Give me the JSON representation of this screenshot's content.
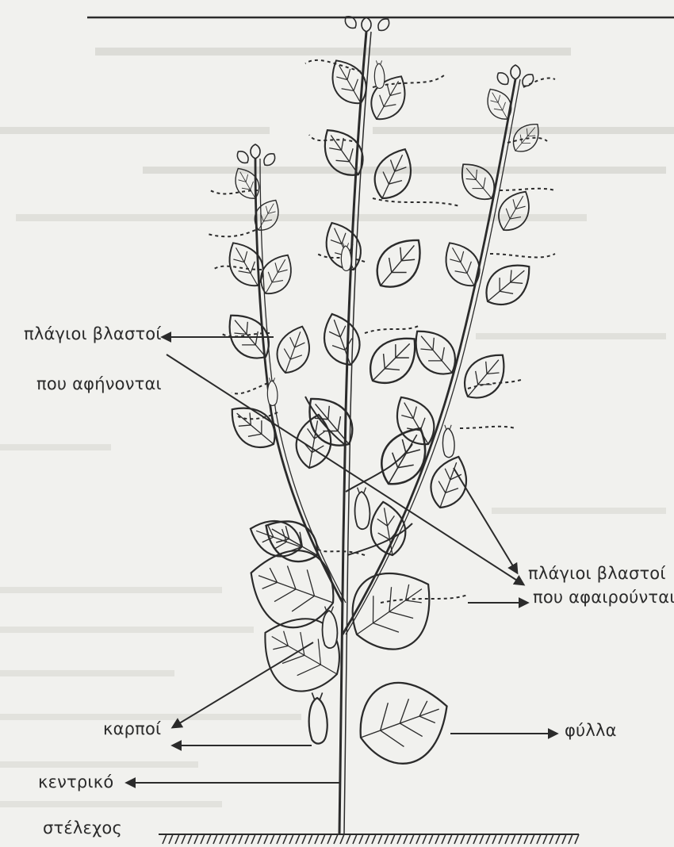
{
  "labels": {
    "side_shoots_kept": [
      "πλάγιοι βλαστοί",
      "που αφήνονται"
    ],
    "side_shoots_removed": [
      "πλάγιοι βλαστοί",
      "που αφαιρούνται"
    ],
    "fruits": "καρποί",
    "leaves": "φύλλα",
    "central_stem": [
      "κεντρικό",
      "στέλεχος"
    ]
  },
  "colors": {
    "ink": "#2b2b2b",
    "paper": "#f1f1ee",
    "bleed_through": "#cfcfca"
  }
}
